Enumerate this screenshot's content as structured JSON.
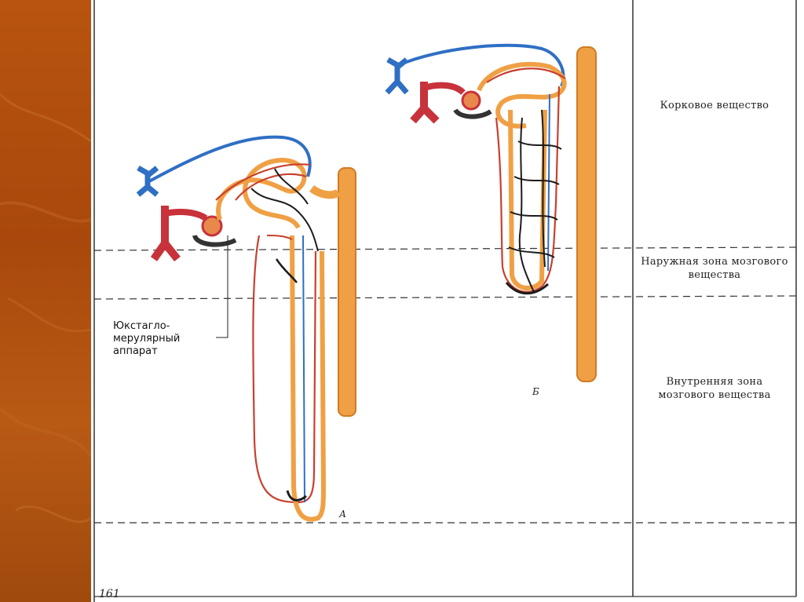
{
  "diagram": {
    "zones": {
      "cortex": "Корковое вещество",
      "outer_medulla": "Наружная зона мозгового вещества",
      "inner_medulla": "Внутренняя зона мозгового вещества"
    },
    "callout": "Юкстагло-мерулярный аппарат",
    "label_a": "А",
    "label_b": "Б",
    "page_number": "161"
  },
  "colors": {
    "background_band": "#b4520f",
    "artery": "#c8323a",
    "vein": "#2f6fc4",
    "tubule_orange": "#f0a044",
    "capillary_red": "#c8402e",
    "capillary_dark": "#1c1c1c"
  }
}
